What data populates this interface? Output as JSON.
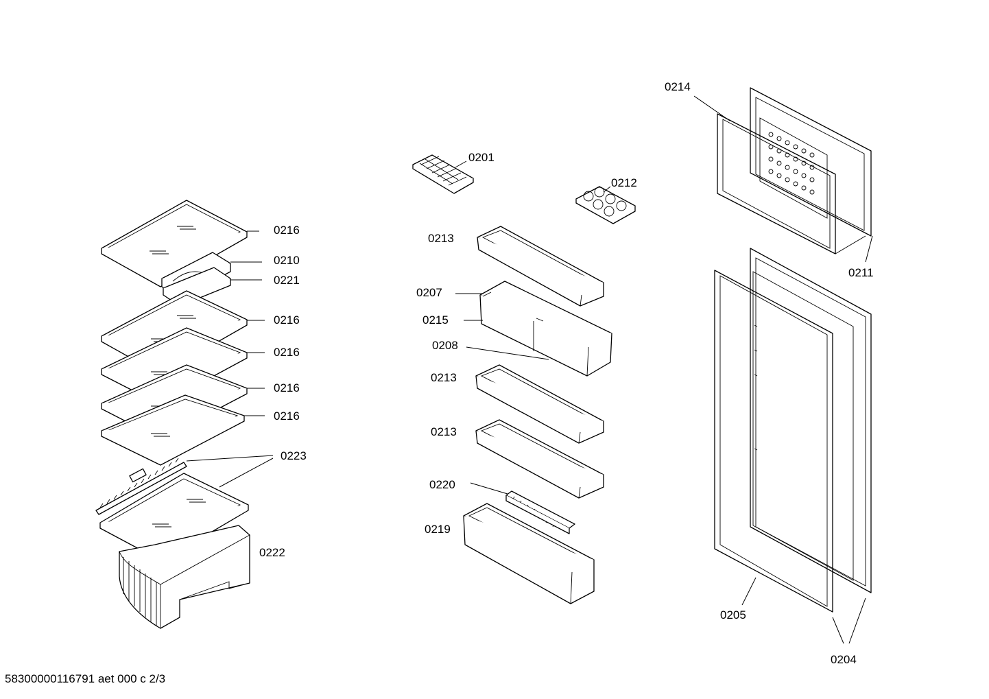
{
  "labels": {
    "l0201": "0201",
    "l0212": "0212",
    "l0214": "0214",
    "l0211": "0211",
    "l0216a": "0216",
    "l0210": "0210",
    "l0221": "0221",
    "l0216b": "0216",
    "l0216c": "0216",
    "l0216d": "0216",
    "l0216e": "0216",
    "l0223": "0223",
    "l0222": "0222",
    "l0213a": "0213",
    "l0207": "0207",
    "l0215": "0215",
    "l0208": "0208",
    "l0213b": "0213",
    "l0213c": "0213",
    "l0220": "0220",
    "l0219": "0219",
    "l0205": "0205",
    "l0204": "0204"
  },
  "footer": "58300000116791 aet 000 c 2/3"
}
